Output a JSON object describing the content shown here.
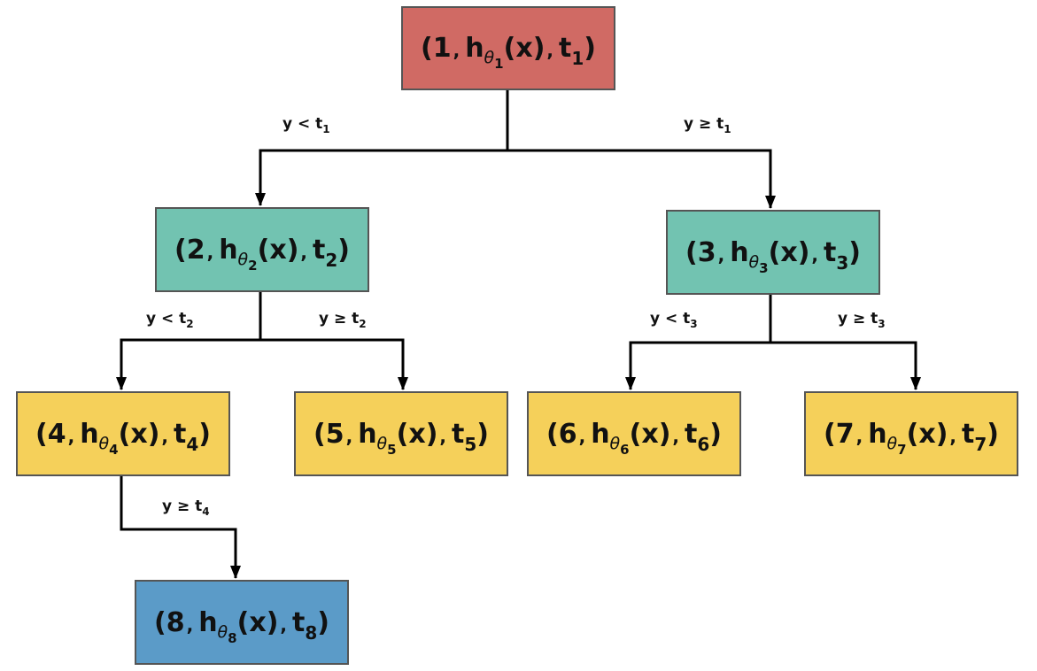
{
  "colors": {
    "root": "#D06A64",
    "internal": "#72C3B1",
    "leaf": "#F5D05A",
    "deep": "#5B9BC8",
    "edge": "#000000",
    "border": "#555555"
  },
  "nodes": [
    {
      "id": "1",
      "name": "node-1",
      "color": "root",
      "h": "h",
      "theta": "θ",
      "idx": "1",
      "x": "x",
      "t": "t"
    },
    {
      "id": "2",
      "name": "node-2",
      "color": "internal",
      "h": "h",
      "theta": "θ",
      "idx": "2",
      "x": "x",
      "t": "t"
    },
    {
      "id": "3",
      "name": "node-3",
      "color": "internal",
      "h": "h",
      "theta": "θ",
      "idx": "3",
      "x": "x",
      "t": "t"
    },
    {
      "id": "4",
      "name": "node-4",
      "color": "leaf",
      "h": "h",
      "theta": "θ",
      "idx": "4",
      "x": "x",
      "t": "t"
    },
    {
      "id": "5",
      "name": "node-5",
      "color": "leaf",
      "h": "h",
      "theta": "θ",
      "idx": "5",
      "x": "x",
      "t": "t"
    },
    {
      "id": "6",
      "name": "node-6",
      "color": "leaf",
      "h": "h",
      "theta": "θ",
      "idx": "6",
      "x": "x",
      "t": "t"
    },
    {
      "id": "7",
      "name": "node-7",
      "color": "leaf",
      "h": "h",
      "theta": "θ",
      "idx": "7",
      "x": "x",
      "t": "t"
    },
    {
      "id": "8",
      "name": "node-8",
      "color": "deep",
      "h": "h",
      "theta": "θ",
      "idx": "8",
      "x": "x",
      "t": "t"
    }
  ],
  "edge_labels": [
    {
      "name": "edge-label-1-2",
      "main": "y < t",
      "sub": "1"
    },
    {
      "name": "edge-label-1-3",
      "main": "y ≥ t",
      "sub": "1"
    },
    {
      "name": "edge-label-2-4",
      "main": "y < t",
      "sub": "2"
    },
    {
      "name": "edge-label-2-5",
      "main": "y ≥ t",
      "sub": "2"
    },
    {
      "name": "edge-label-3-6",
      "main": "y < t",
      "sub": "3"
    },
    {
      "name": "edge-label-3-7",
      "main": "y ≥ t",
      "sub": "3"
    },
    {
      "name": "edge-label-4-8",
      "main": "y ≥ t",
      "sub": "4"
    }
  ]
}
